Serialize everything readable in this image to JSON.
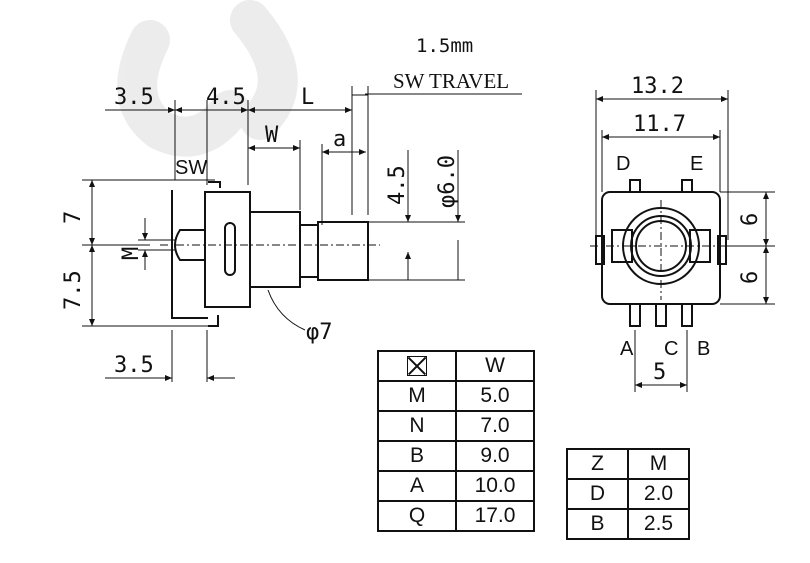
{
  "side_view": {
    "travel_label": "1.5mm",
    "sw_travel": "SW TRAVEL",
    "dim_3_5_top": "3.5",
    "dim_4_5_top": "4.5",
    "dim_L": "L",
    "dim_W": "W",
    "dim_a": "a",
    "sw_label": "SW",
    "dim_7": "7",
    "dim_7_5": "7.5",
    "dim_M": "M",
    "dim_4_5_shaft": "4.5",
    "dim_phi6": "φ6.0",
    "dim_phi7": "φ7",
    "dim_3_5_bottom": "3.5"
  },
  "front_view": {
    "dim_13_2": "13.2",
    "dim_11_7": "11.7",
    "pin_D": "D",
    "pin_E": "E",
    "dim_6_upper": "6",
    "dim_6_lower": "6",
    "pin_A": "A",
    "pin_C": "C",
    "pin_B": "B",
    "dim_5": "5"
  },
  "table_w": {
    "header": [
      "⊠",
      "W"
    ],
    "rows": [
      [
        "M",
        "5.0"
      ],
      [
        "N",
        "7.0"
      ],
      [
        "B",
        "9.0"
      ],
      [
        "A",
        "10.0"
      ],
      [
        "Q",
        "17.0"
      ]
    ]
  },
  "table_z": {
    "header": [
      "Z",
      "M"
    ],
    "rows": [
      [
        "D",
        "2.0"
      ],
      [
        "B",
        "2.5"
      ]
    ]
  }
}
